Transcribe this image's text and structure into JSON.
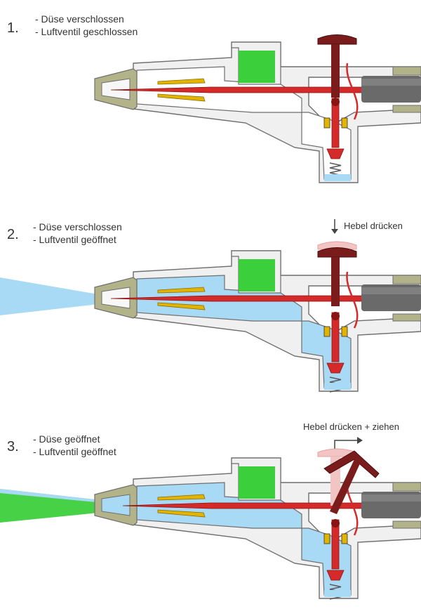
{
  "steps": [
    {
      "number": "1.",
      "lines": [
        "- Düse verschlossen",
        "- Luftventil geschlossen"
      ],
      "action": "",
      "air_open": false,
      "nozzle_open": false
    },
    {
      "number": "2.",
      "lines": [
        "- Düse verschlossen",
        "- Luftventil geöffnet"
      ],
      "action": "Hebel drücken",
      "air_open": true,
      "nozzle_open": false
    },
    {
      "number": "3.",
      "lines": [
        "- Düse geöffnet",
        "- Luftventil geöffnet"
      ],
      "action": "Hebel drücken + ziehen",
      "air_open": true,
      "nozzle_open": true
    }
  ],
  "colors": {
    "body_fill": "#f0f0f0",
    "body_stroke": "#6e6e6e",
    "paint": "#3ccf3c",
    "air": "#a9daf5",
    "needle": "#d42a2a",
    "needle_dark": "#8a1414",
    "lever": "#7a1c1c",
    "lever_ghost": "#f2c4c4",
    "nozzle_cap": "#b3b38a",
    "brass": "#e2b400",
    "handle": "#6a6a6a",
    "spring": "#5a5a5a"
  }
}
